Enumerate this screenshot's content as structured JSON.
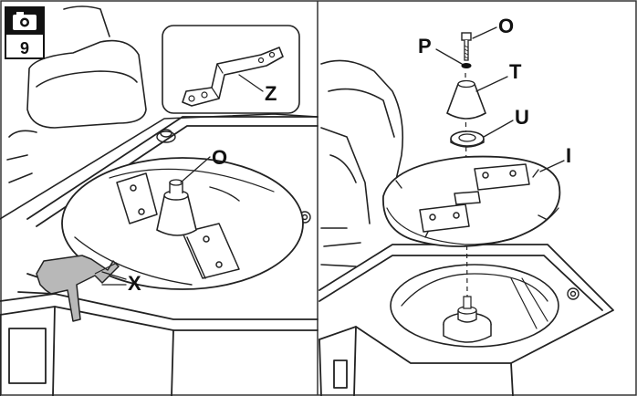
{
  "step": {
    "number": "9",
    "icon": "camera-icon"
  },
  "left_panel": {
    "labels": {
      "O": "O",
      "X": "X",
      "Z": "Z"
    }
  },
  "right_panel": {
    "labels": {
      "O": "O",
      "P": "P",
      "T": "T",
      "U": "U",
      "I": "I"
    }
  },
  "colors": {
    "line": "#222222",
    "fill": "#ffffff",
    "bracket_fill": "#b8b8b8",
    "frame": "#333333"
  }
}
